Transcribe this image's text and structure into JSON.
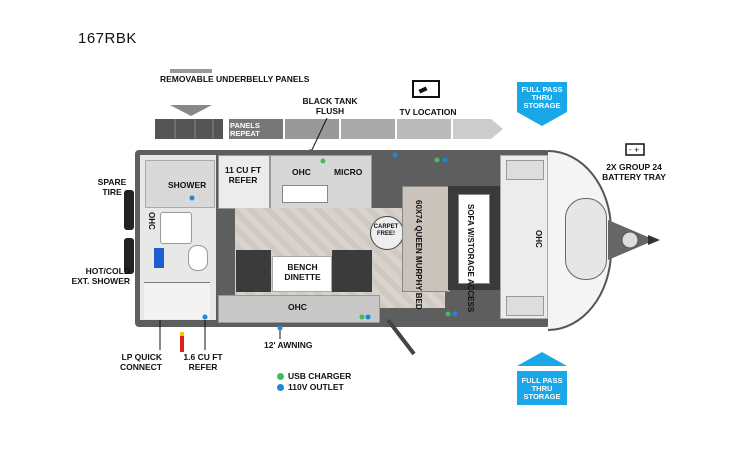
{
  "model": "167RBK",
  "labels": {
    "removable_underbelly_panels": "REMOVABLE UNDERBELLY PANELS",
    "black_tank_flush": "BLACK TANK FLUSH",
    "tv_location": "TV LOCATION",
    "panels_repeat": "PANELS REPEAT",
    "full_pass_top": "FULL PASS THRU STORAGE",
    "full_pass_bottom": "FULL PASS THRU STORAGE",
    "spare_tire": "SPARE TIRE",
    "shower": "SHOWER",
    "refer_11": "11 CU FT REFER",
    "ohc_top": "OHC",
    "micro": "MICRO",
    "battery_tray": "2X GROUP 24 BATTERY TRAY",
    "ohc_bath": "OHC",
    "carpet_free": "CARPET FREE!",
    "murphy_bed": "60X74 QUEEN MURPHY BED",
    "sofa_storage": "SOFA W/STORAGE ACCESS",
    "ohc_front": "OHC",
    "bench_dinette": "BENCH DINETTE",
    "hot_cold_shower": "HOT/COLD EXT. SHOWER",
    "ohc_bottom": "OHC",
    "awning": "12' AWNING",
    "lp_quick_connect": "LP QUICK CONNECT",
    "refer_16": "1.6 CU FT REFER",
    "usb_charger": "USB CHARGER",
    "outlet_110v": "110V OUTLET"
  },
  "colors": {
    "usb": "#3dbf5a",
    "outlet": "#1e88d8",
    "storage_blue": "#1aa7e8"
  }
}
